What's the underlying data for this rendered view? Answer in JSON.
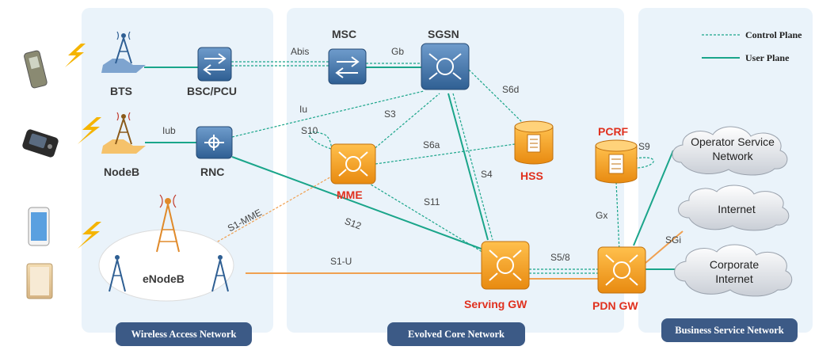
{
  "regions": {
    "wireless": "Wireless Access Network",
    "core": "Evolved Core Network",
    "business": "Business Service Network"
  },
  "legend": {
    "control": "Control Plane",
    "user": "User Plane"
  },
  "nodes": {
    "bts": "BTS",
    "bsc": "BSC/PCU",
    "msc": "MSC",
    "sgsn": "SGSN",
    "nodeb": "NodeB",
    "rnc": "RNC",
    "mme": "MME",
    "hss": "HSS",
    "pcrf": "PCRF",
    "enodeb": "eNodeB",
    "sgw": "Serving GW",
    "pgw": "PDN GW"
  },
  "interfaces": {
    "abis": "Abis",
    "gb": "Gb",
    "iub": "Iub",
    "iu": "Iu",
    "s6d": "S6d",
    "s3": "S3",
    "s10": "S10",
    "s6a": "S6a",
    "s4": "S4",
    "s9": "S9",
    "s11": "S11",
    "s1mme": "S1-MME",
    "s12": "S12",
    "gx": "Gx",
    "s1u": "S1-U",
    "s58": "S5/8",
    "sgi": "SGi"
  },
  "clouds": {
    "operator": [
      "Operator Service",
      "Network"
    ],
    "internet": [
      "Internet"
    ],
    "corporate": [
      "Corporate",
      "Internet"
    ]
  },
  "colors": {
    "control": "#1aa58a",
    "user": "#1aa58a",
    "s1": "#f0a050",
    "region_bg": "#eaf3fa",
    "badge": "#3c5a86",
    "router": "#f5a623",
    "router_blue": "#4a7aa8",
    "accent_red": "#e0301e"
  },
  "icons": [
    "mobile-phone-icon",
    "feature-phone-icon",
    "smartphone-icon",
    "tablet-icon",
    "lightning-icon",
    "tower-icon",
    "router-icon",
    "switch-icon",
    "database-icon",
    "cloud-icon"
  ]
}
